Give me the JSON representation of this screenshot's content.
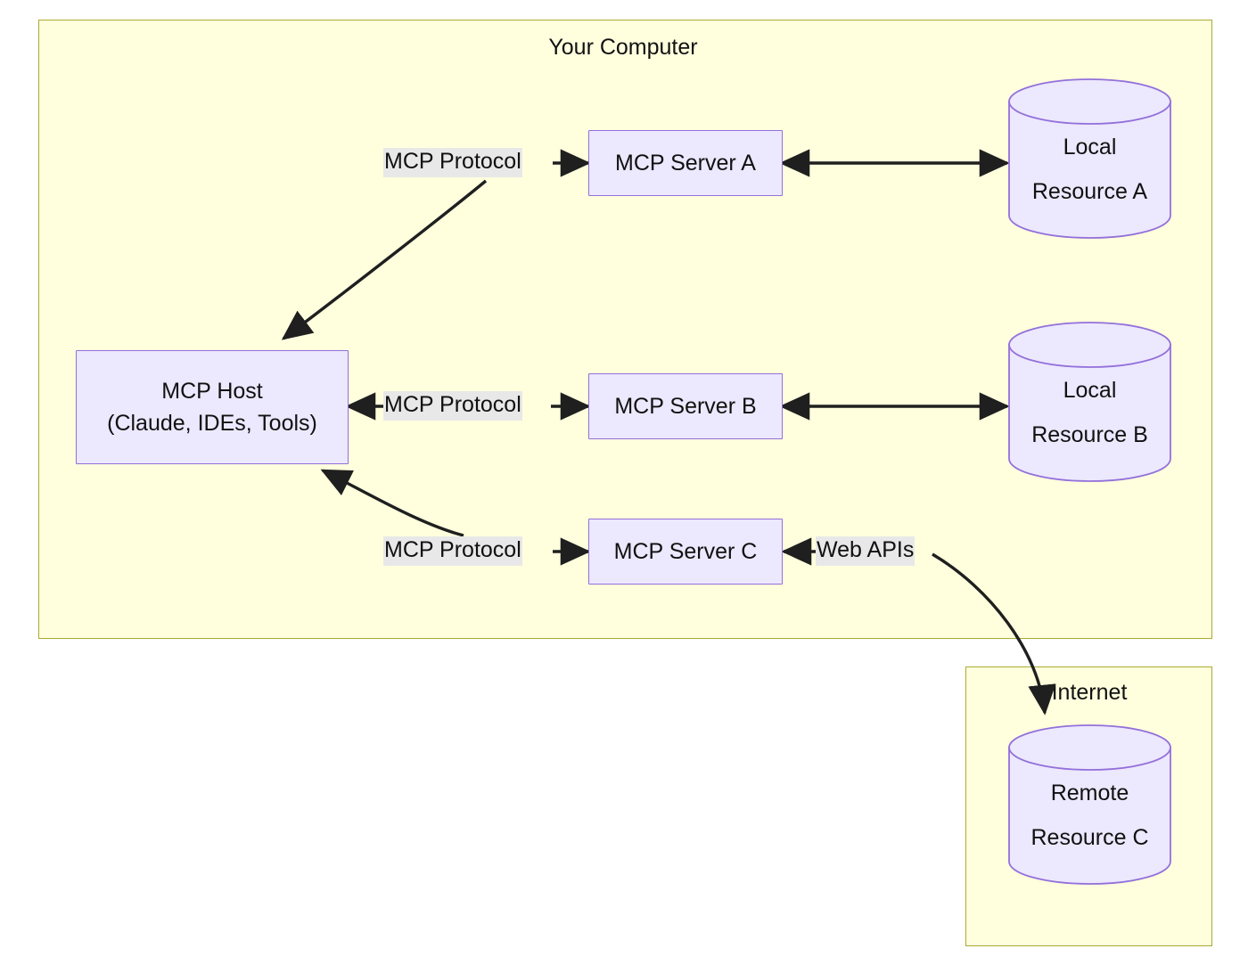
{
  "diagram": {
    "type": "flowchart",
    "title_visible": false,
    "clusters": [
      {
        "id": "your_computer",
        "label": "Your Computer"
      },
      {
        "id": "internet",
        "label": "Internet"
      }
    ],
    "nodes": [
      {
        "id": "host",
        "shape": "rect",
        "line1": "MCP Host",
        "line2": "(Claude, IDEs, Tools)"
      },
      {
        "id": "server_a",
        "shape": "rect",
        "line1": "MCP Server A",
        "line2": ""
      },
      {
        "id": "server_b",
        "shape": "rect",
        "line1": "MCP Server B",
        "line2": ""
      },
      {
        "id": "server_c",
        "shape": "rect",
        "line1": "MCP Server C",
        "line2": ""
      },
      {
        "id": "local_a",
        "shape": "cylinder",
        "line1": "Local",
        "line2": "Resource A"
      },
      {
        "id": "local_b",
        "shape": "cylinder",
        "line1": "Local",
        "line2": "Resource B"
      },
      {
        "id": "remote_c",
        "shape": "cylinder",
        "line1": "Remote",
        "line2": "Resource C"
      }
    ],
    "edges": [
      {
        "id": "e1",
        "from": "host",
        "to": "server_a",
        "label": "MCP Protocol",
        "arrow": "forward"
      },
      {
        "id": "e2",
        "from": "host",
        "to": "server_b",
        "label": "MCP Protocol",
        "arrow": "both"
      },
      {
        "id": "e3",
        "from": "host",
        "to": "server_c",
        "label": "MCP Protocol",
        "arrow": "forward"
      },
      {
        "id": "e4",
        "from": "server_a",
        "to": "local_a",
        "label": "",
        "arrow": "both"
      },
      {
        "id": "e5",
        "from": "server_b",
        "to": "local_b",
        "label": "",
        "arrow": "both"
      },
      {
        "id": "e6",
        "from": "server_c",
        "to": "remote_c",
        "label": "Web APIs",
        "arrow": "both"
      }
    ],
    "colors": {
      "cluster_fill": "#ffffde",
      "cluster_stroke": "#aaaa33",
      "node_fill": "#ece8fd",
      "node_stroke": "#9370db",
      "edge_stroke": "#1f1f1f",
      "edge_label_bg": "#e8e8e8",
      "text": "#111111",
      "page_bg": "#ffffff"
    }
  }
}
